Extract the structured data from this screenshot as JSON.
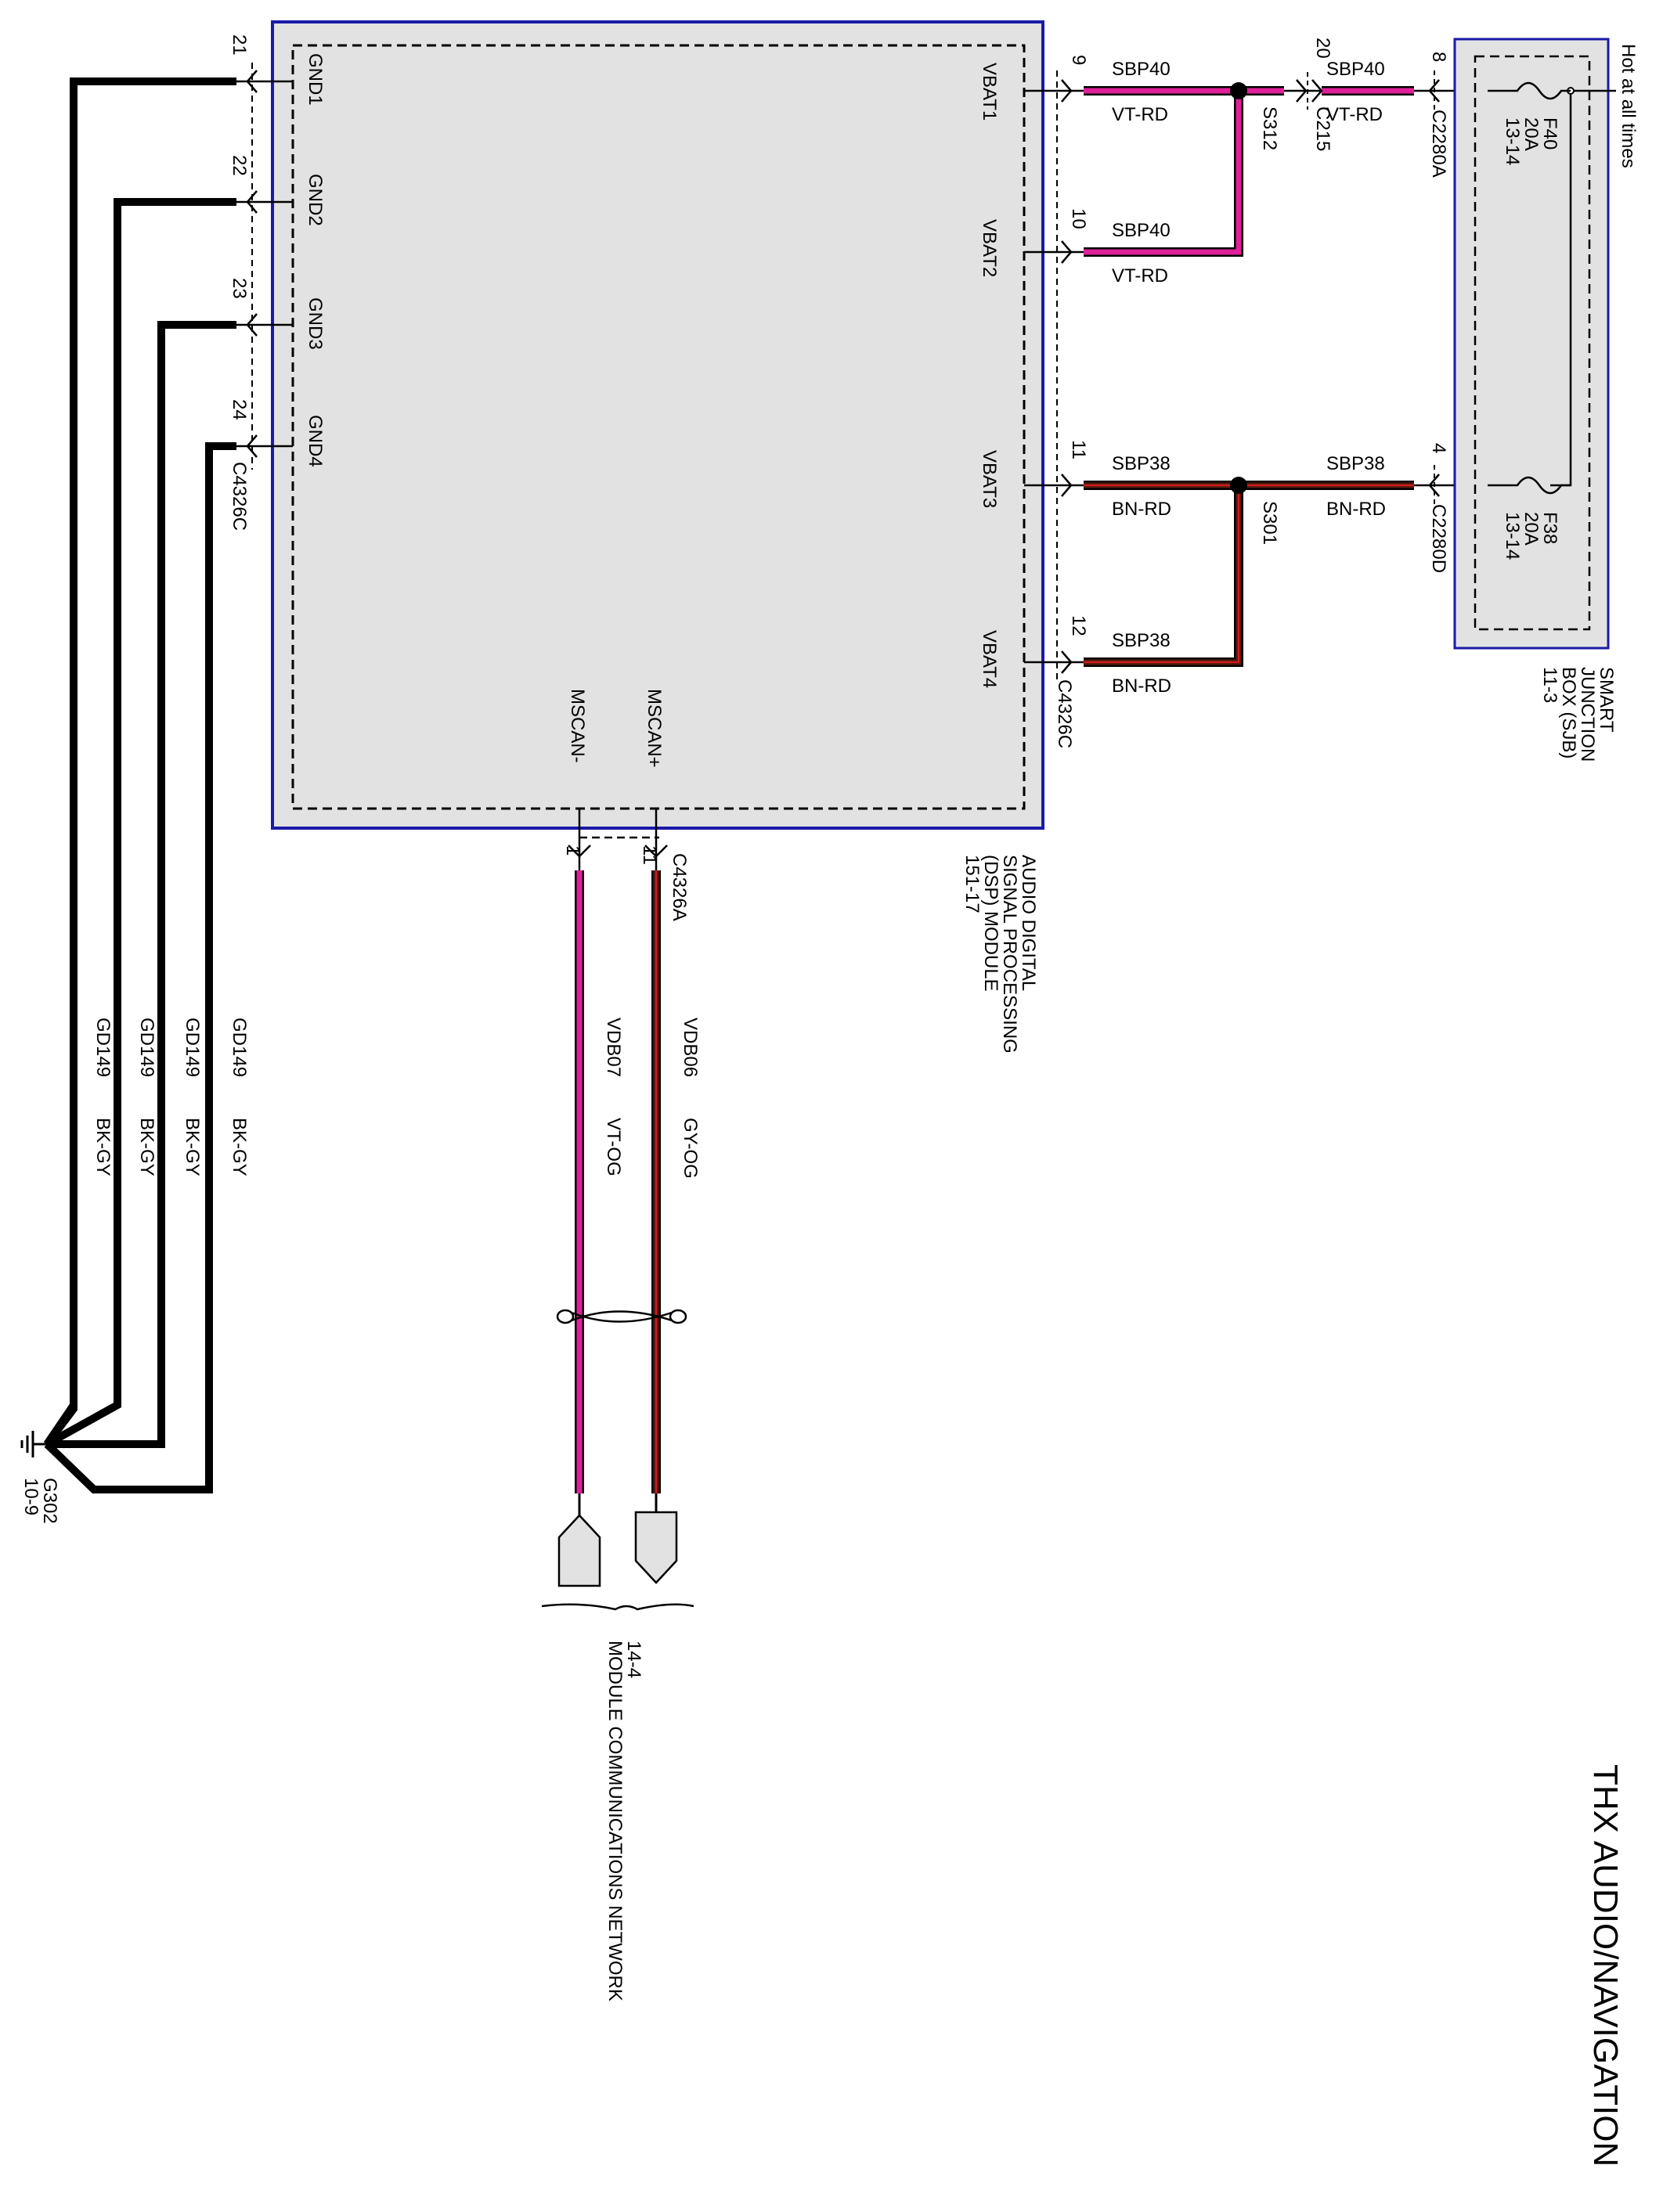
{
  "title": "THX AUDIO/NAVIGATION",
  "dsp_module": {
    "name_lines": [
      "AUDIO DIGITAL",
      "SIGNAL PROCESSING",
      "(DSP) MODULE",
      "151-17"
    ],
    "pins_left": [
      "GND1",
      "GND2",
      "GND3",
      "GND4"
    ],
    "pins_right": [
      "VBAT1",
      "VBAT2",
      "VBAT3",
      "VBAT4"
    ],
    "pins_bottom": [
      "MSCAN-",
      "MSCAN+"
    ]
  },
  "connectors": {
    "left": "C4326C",
    "right": "C4326C",
    "bottom": "C4326A",
    "c215": "C215",
    "c2280a": "C2280A",
    "c2280d": "C2280D"
  },
  "pin_numbers": {
    "gnd": [
      "21",
      "22",
      "23",
      "24"
    ],
    "vbat": [
      "9",
      "10",
      "11",
      "12"
    ],
    "mscan": [
      "1",
      "11"
    ],
    "c215": "20",
    "c2280a": "8",
    "c2280d": "4"
  },
  "wires": {
    "ground": {
      "circuit": "GD149",
      "color": "BK-GY"
    },
    "sbp40": {
      "circuit": "SBP40",
      "color": "VT-RD"
    },
    "sbp38": {
      "circuit": "SBP38",
      "color": "BN-RD"
    },
    "vdb07": {
      "circuit": "VDB07",
      "color": "VT-OG"
    },
    "vdb06": {
      "circuit": "VDB06",
      "color": "GY-OG"
    }
  },
  "splices": {
    "s312": "S312",
    "s301": "S301"
  },
  "ground_point": {
    "name": "G302",
    "ref": "10-9"
  },
  "sjb": {
    "name_lines": [
      "SMART",
      "JUNCTION",
      "BOX (SJB)",
      "11-3"
    ],
    "hot_label": "Hot at all times",
    "fuses": [
      {
        "lines": [
          "F40",
          "20A",
          "13-14"
        ]
      },
      {
        "lines": [
          "F38",
          "20A",
          "13-14"
        ]
      }
    ]
  },
  "network": {
    "lines": [
      "14-4",
      "MODULE COMMUNICATIONS NETWORK"
    ]
  },
  "colors": {
    "violet_red": "#e0209a",
    "brown_red": "#5a1a12",
    "red_stripe": "#d41c1c",
    "module_fill": "#e2e2e2",
    "module_border": "#1a1aa8"
  }
}
